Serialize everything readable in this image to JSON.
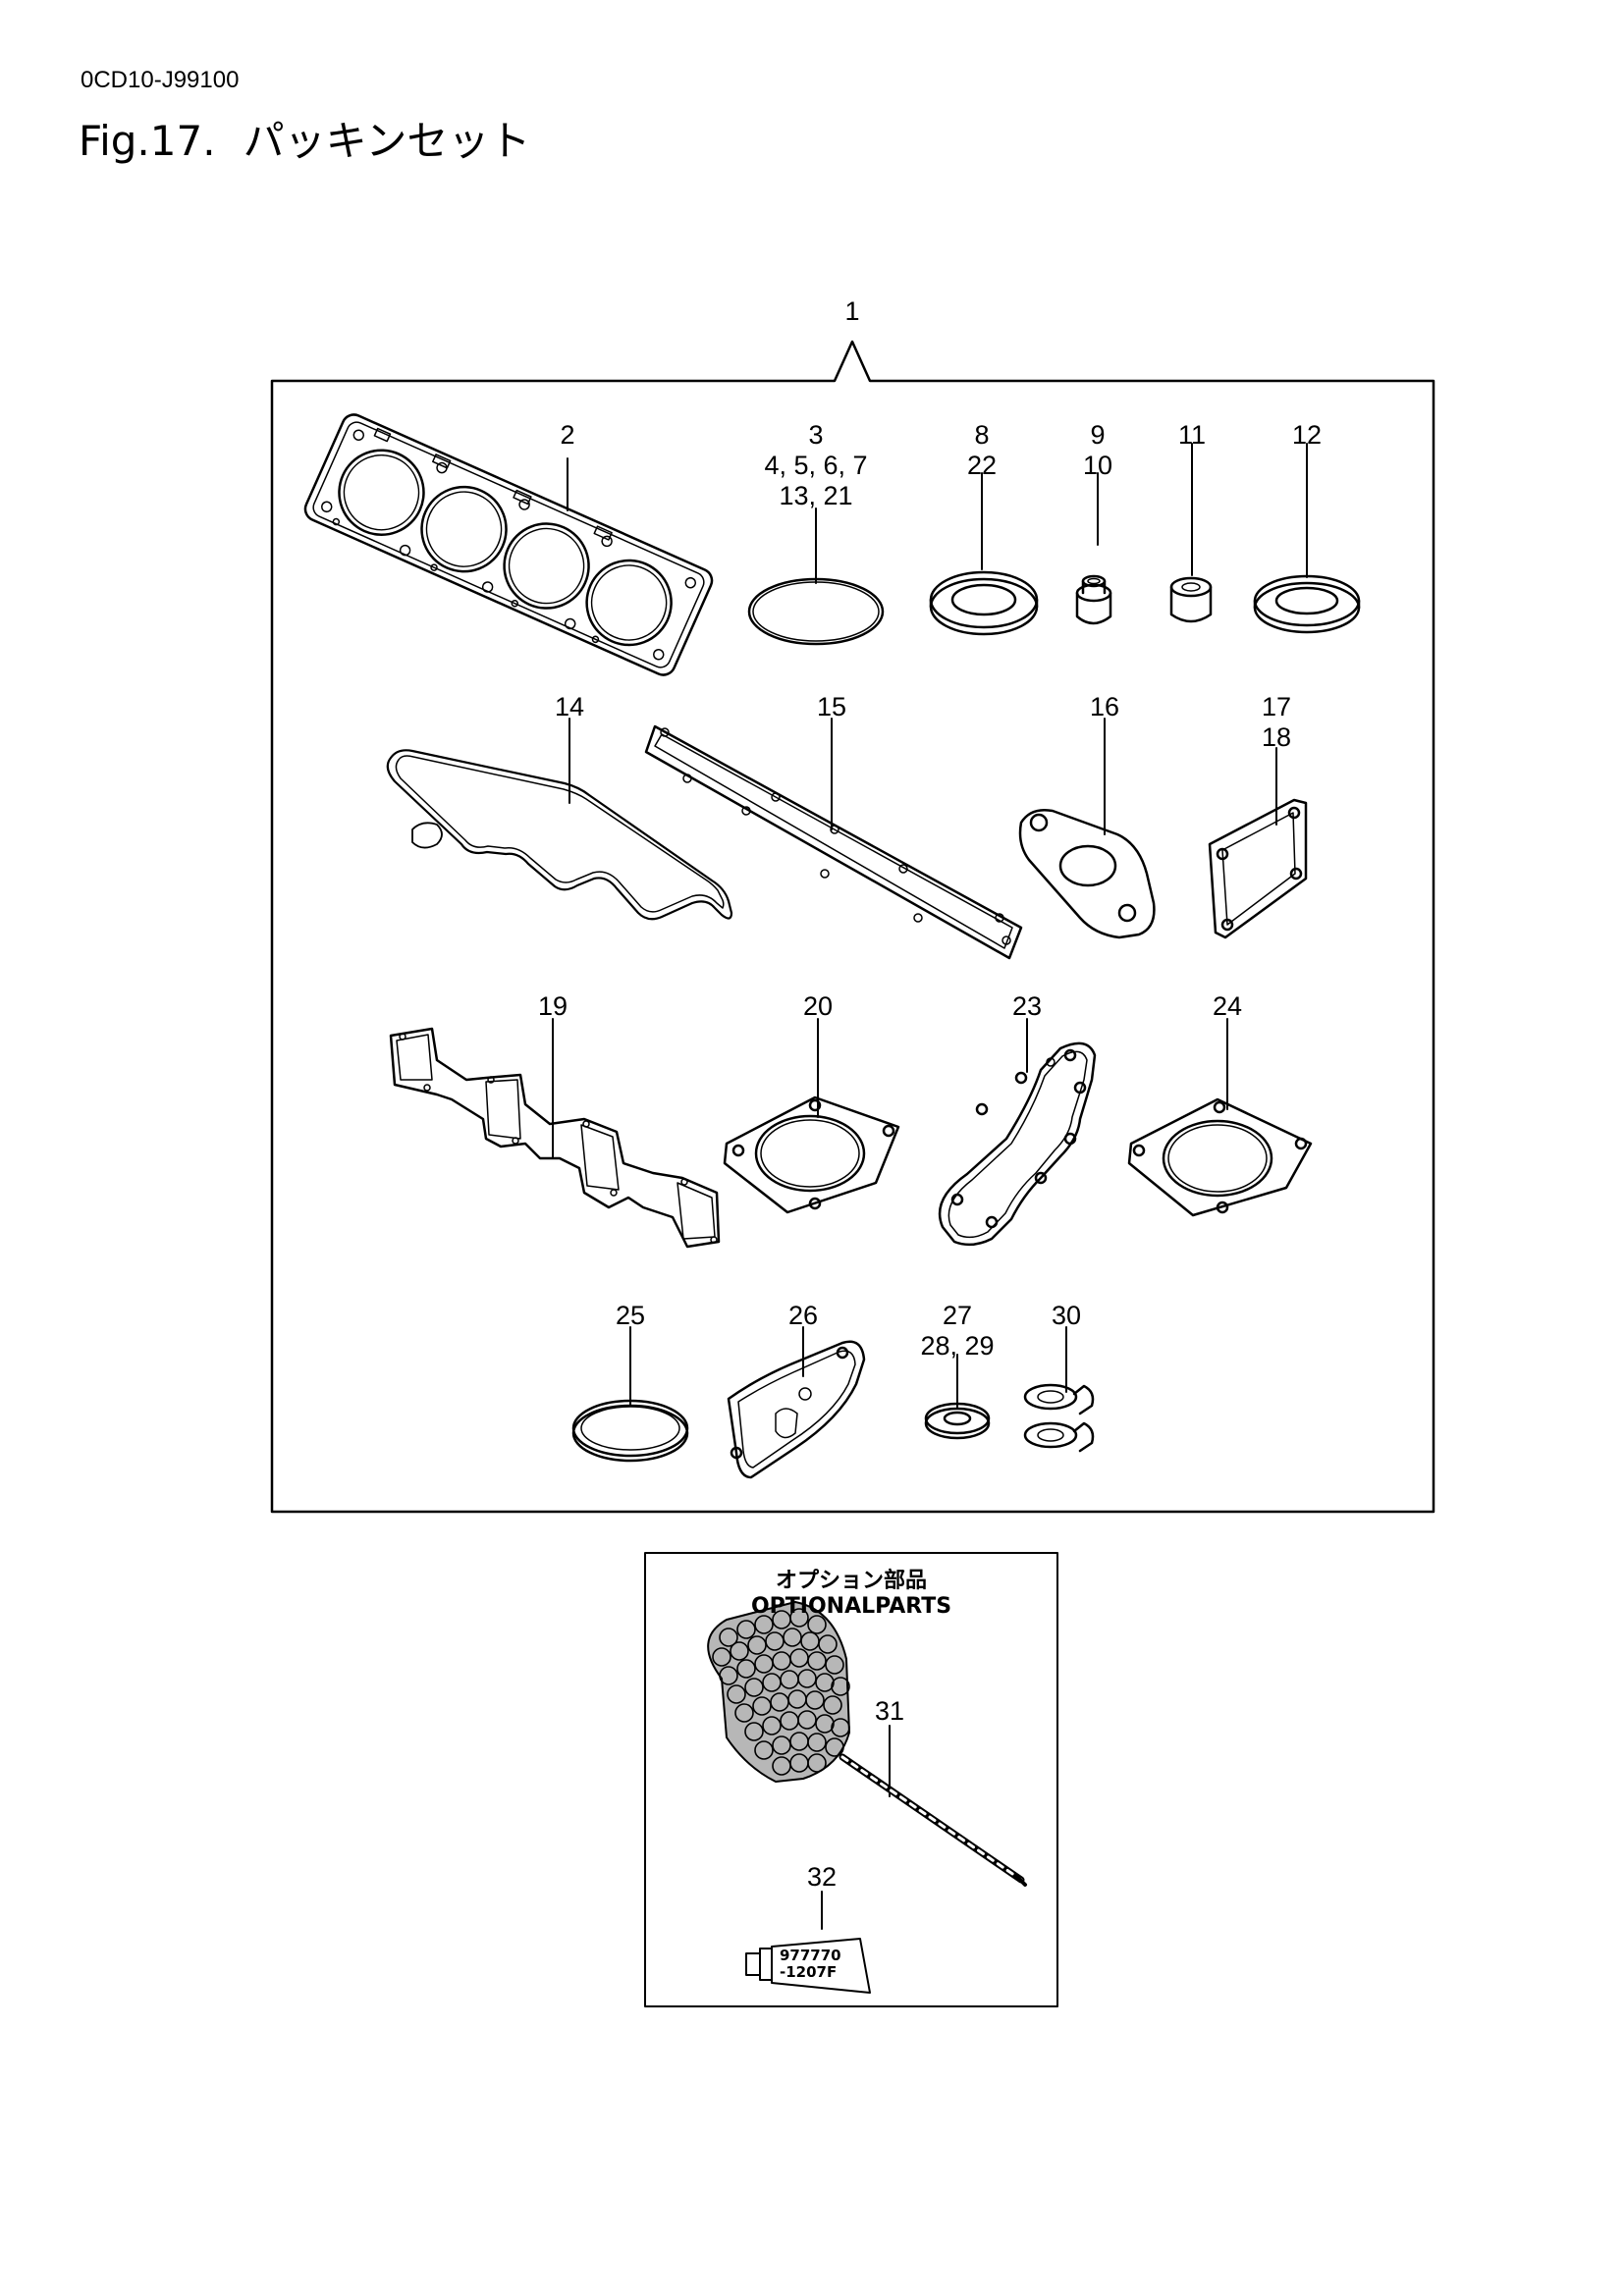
{
  "document": {
    "code": "0CD10-J99100",
    "figure_no": "Fig.17.",
    "figure_title": "パッキンセット"
  },
  "callouts": {
    "c1": "1",
    "c2": "2",
    "c3": [
      "3",
      "4, 5, 6, 7",
      "13, 21"
    ],
    "c8": [
      "8",
      "22"
    ],
    "c9": [
      "9",
      "10"
    ],
    "c11": "11",
    "c12": "12",
    "c14": "14",
    "c15": "15",
    "c16": "16",
    "c17": [
      "17",
      "18"
    ],
    "c19": "19",
    "c20": "20",
    "c23": "23",
    "c24": "24",
    "c25": "25",
    "c26": "26",
    "c27": [
      "27",
      "28, 29"
    ],
    "c30": "30",
    "c31": "31",
    "c32": "32"
  },
  "optional_box": {
    "heading_ja": "オプション部品",
    "heading_en": "OPTIONALPARTS",
    "tube_label": [
      "977770",
      "-1207F"
    ]
  }
}
